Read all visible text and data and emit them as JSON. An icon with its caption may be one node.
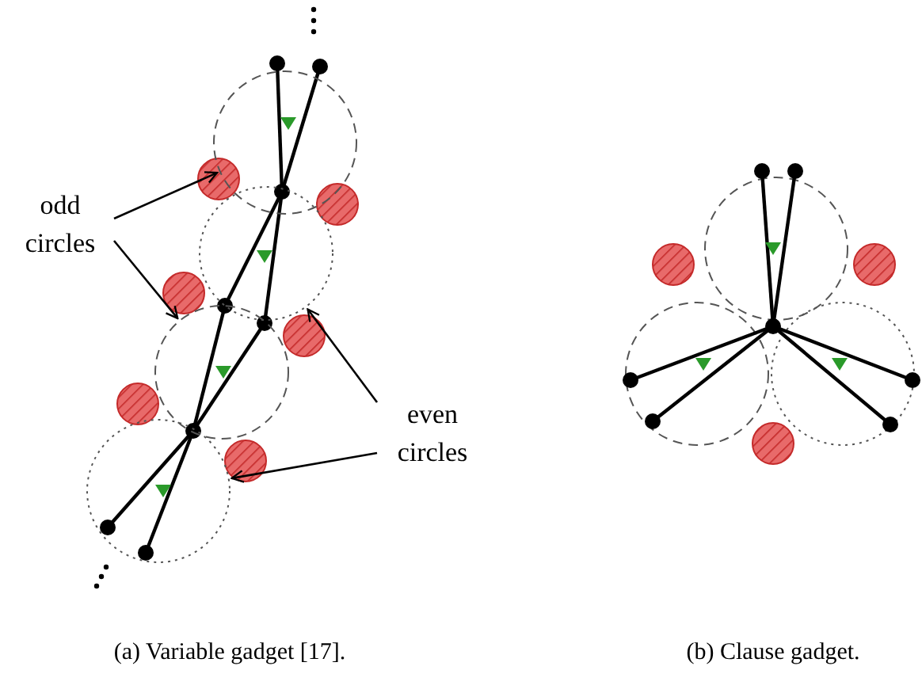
{
  "diagram": {
    "nodes": [
      {
        "text": [
          "odd circles"
        ]
      },
      {
        "text": [
          "even circles"
        ]
      },
      {
        "text": [],
        "shape": "circle"
      },
      {
        "text": [],
        "shape": "circle"
      },
      {
        "text": [],
        "shape": "circle"
      },
      {
        "text": [],
        "shape": "circle"
      }
    ],
    "edges": [
      {
        "from": 0,
        "to": 2,
        "arrow": "to"
      },
      {
        "from": 0,
        "to": 4,
        "arrow": "to"
      },
      {
        "from": 1,
        "to": 3,
        "arrow": "to"
      },
      {
        "from": 1,
        "to": 5,
        "arrow": "to"
      }
    ],
    "labels": [
      "(a) Variable gadget [17].",
      "(b) Clause gadget."
    ]
  }
}
